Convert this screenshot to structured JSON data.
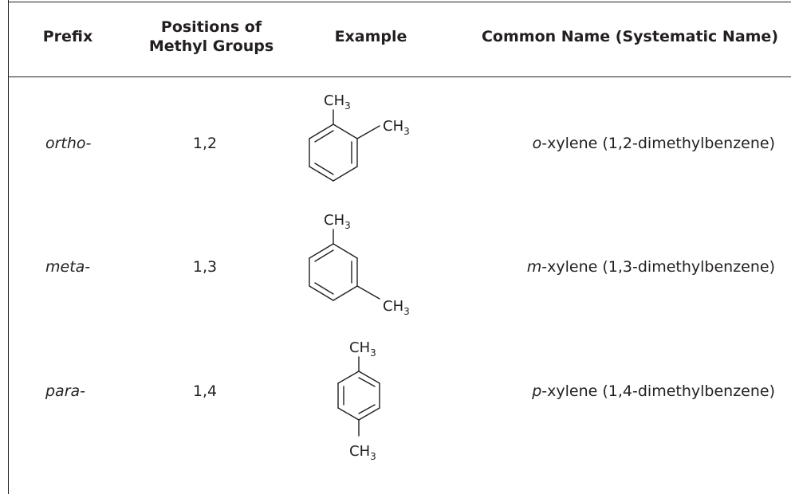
{
  "table": {
    "headers": {
      "prefix": "Prefix",
      "positions_line1": "Positions of",
      "positions_line2": "Methyl Groups",
      "example": "Example",
      "common_name": "Common Name (Systematic Name)"
    },
    "rows": [
      {
        "prefix": "ortho-",
        "positions": "1,2",
        "substituent": "CH",
        "substituent_sub": "3",
        "name_prefix": "o",
        "name_rest": "-xylene (1,2-dimethylbenzene)"
      },
      {
        "prefix": "meta-",
        "positions": "1,3",
        "substituent": "CH",
        "substituent_sub": "3",
        "name_prefix": "m",
        "name_rest": "-xylene (1,3-dimethylbenzene)"
      },
      {
        "prefix": "para-",
        "positions": "1,4",
        "substituent": "CH",
        "substituent_sub": "3",
        "name_prefix": "p",
        "name_rest": "-xylene (1,4-dimethylbenzene)"
      }
    ]
  },
  "colors": {
    "ink": "#231f20",
    "background": "#ffffff"
  }
}
